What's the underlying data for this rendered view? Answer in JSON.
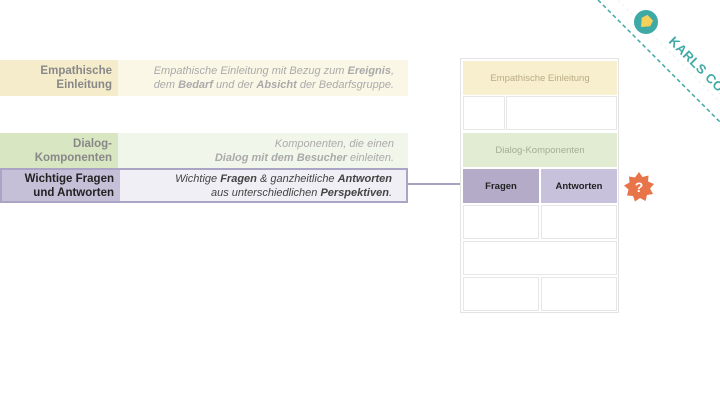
{
  "rows": [
    {
      "label": [
        "Empathische",
        "Einleitung"
      ],
      "desc_line1": [
        {
          "t": "Empathische Einleitung mit Bezug zum "
        },
        {
          "t": "Ereignis",
          "b": true
        },
        {
          "t": ","
        }
      ],
      "desc_line2": [
        {
          "t": "dem "
        },
        {
          "t": "Bedarf",
          "b": true
        },
        {
          "t": " und der "
        },
        {
          "t": "Absicht",
          "b": true
        },
        {
          "t": " der Bedarfsgruppe."
        }
      ]
    },
    {
      "label": [
        "Dialog-",
        "Komponenten"
      ],
      "desc_line1": [
        {
          "t": "Komponenten, die einen"
        }
      ],
      "desc_line2": [
        {
          "t": "Dialog mit dem Besucher",
          "b": true
        },
        {
          "t": " einleiten."
        }
      ]
    },
    {
      "label": [
        "Wichtige Fragen",
        "und Antworten"
      ],
      "desc_line1": [
        {
          "t": "Wichtige "
        },
        {
          "t": "Fragen",
          "b": true
        },
        {
          "t": " & ganzheitliche "
        },
        {
          "t": "Antworten",
          "b": true
        }
      ],
      "desc_line2": [
        {
          "t": "aus unterschiedlichen "
        },
        {
          "t": "Perspektiven",
          "b": true
        },
        {
          "t": "."
        }
      ]
    }
  ],
  "panel": {
    "head1": "Empathische Einleitung",
    "head2": "Dialog-Komponenten",
    "fragen": "Fragen",
    "antworten": "Antworten"
  },
  "badge": "?",
  "logo_text": "KARLS CORE",
  "colors": {
    "yellow": "#f5eccb",
    "green": "#d9e6c2",
    "purple": "#c6bfd8",
    "badge": "#e8744a",
    "logo_teal": "#3fa9a6"
  }
}
